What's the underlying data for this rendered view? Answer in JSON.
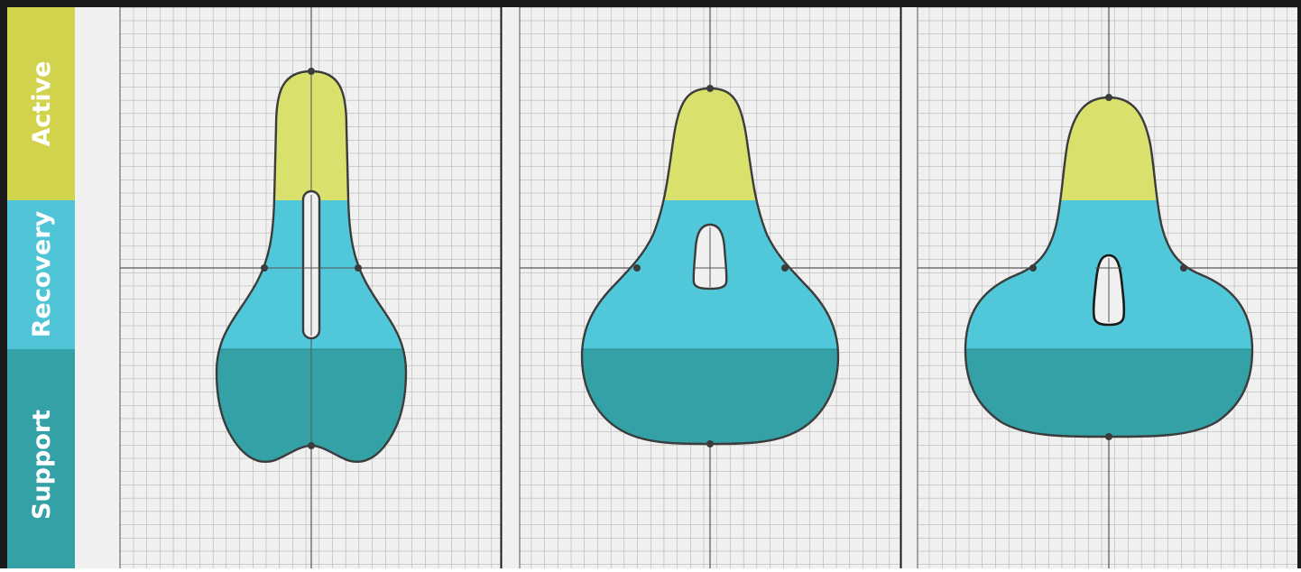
{
  "zones": [
    {
      "key": "active",
      "label": "Active",
      "color": "#d2d34c"
    },
    {
      "key": "recovery",
      "label": "Recovery",
      "color": "#4fc4d6"
    },
    {
      "key": "support",
      "label": "Support",
      "color": "#33a1a5"
    }
  ],
  "panel_count": 3,
  "colors": {
    "active_fill": "#d9e06b",
    "recovery_fill": "#50c8d9",
    "support_fill": "#33a1a6",
    "outline": "#3c3c3c",
    "grid_minor": "#a7a7a7",
    "grid_major": "#555555",
    "panel_bg": "#f0f0f0",
    "frame": "#1a1a1a"
  }
}
